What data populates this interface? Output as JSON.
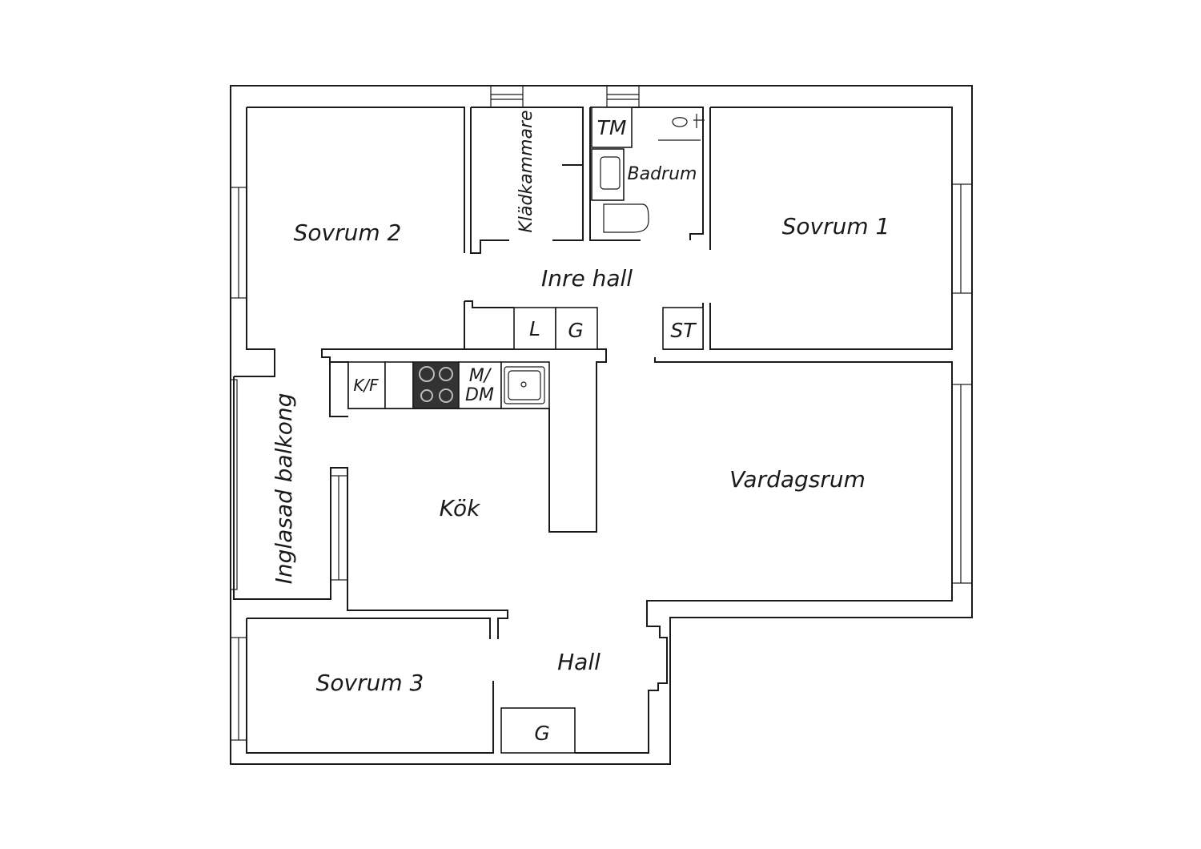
{
  "rooms": {
    "sovrum2": "Sovrum 2",
    "kladkammare": "Klädkammare",
    "badrum": "Badrum",
    "tm": "TM",
    "sovrum1": "Sovrum 1",
    "inre_hall": "Inre hall",
    "l": "L",
    "g_top": "G",
    "st": "ST",
    "kf": "K/F",
    "mdm_line1": "M/",
    "mdm_line2": "DM",
    "inglasad_balkong": "Inglasad balkong",
    "kok": "Kök",
    "vardagsrum": "Vardagsrum",
    "hall": "Hall",
    "sovrum3": "Sovrum 3",
    "g_bottom": "G"
  },
  "colors": {
    "line": "#1a1a1a",
    "stove": "#333333",
    "background": "#ffffff"
  }
}
